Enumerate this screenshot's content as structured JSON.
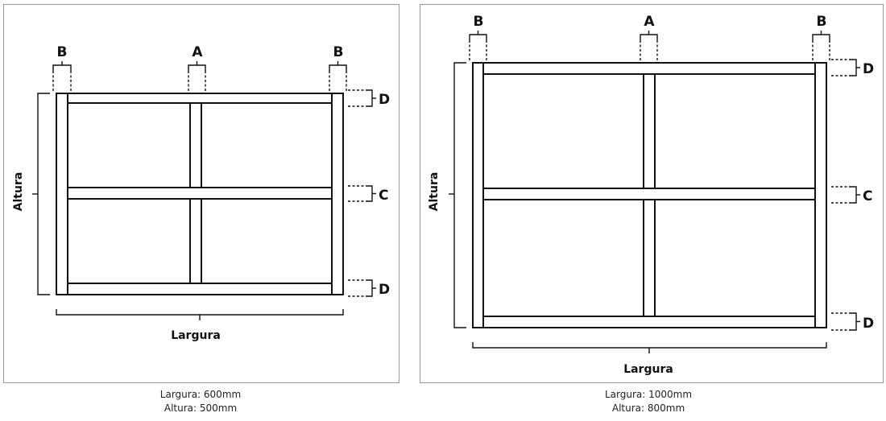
{
  "diagrams": [
    {
      "labels": {
        "a": "A",
        "b": "B",
        "c": "C",
        "d": "D"
      },
      "altura_label": "Altura",
      "largura_label": "Largura",
      "caption_width": "Largura: 600mm",
      "caption_height": "Altura: 500mm"
    },
    {
      "labels": {
        "a": "A",
        "b": "B",
        "c": "C",
        "d": "D"
      },
      "altura_label": "Altura",
      "largura_label": "Largura",
      "caption_width": "Largura: 1000mm",
      "caption_height": "Altura: 800mm"
    }
  ]
}
